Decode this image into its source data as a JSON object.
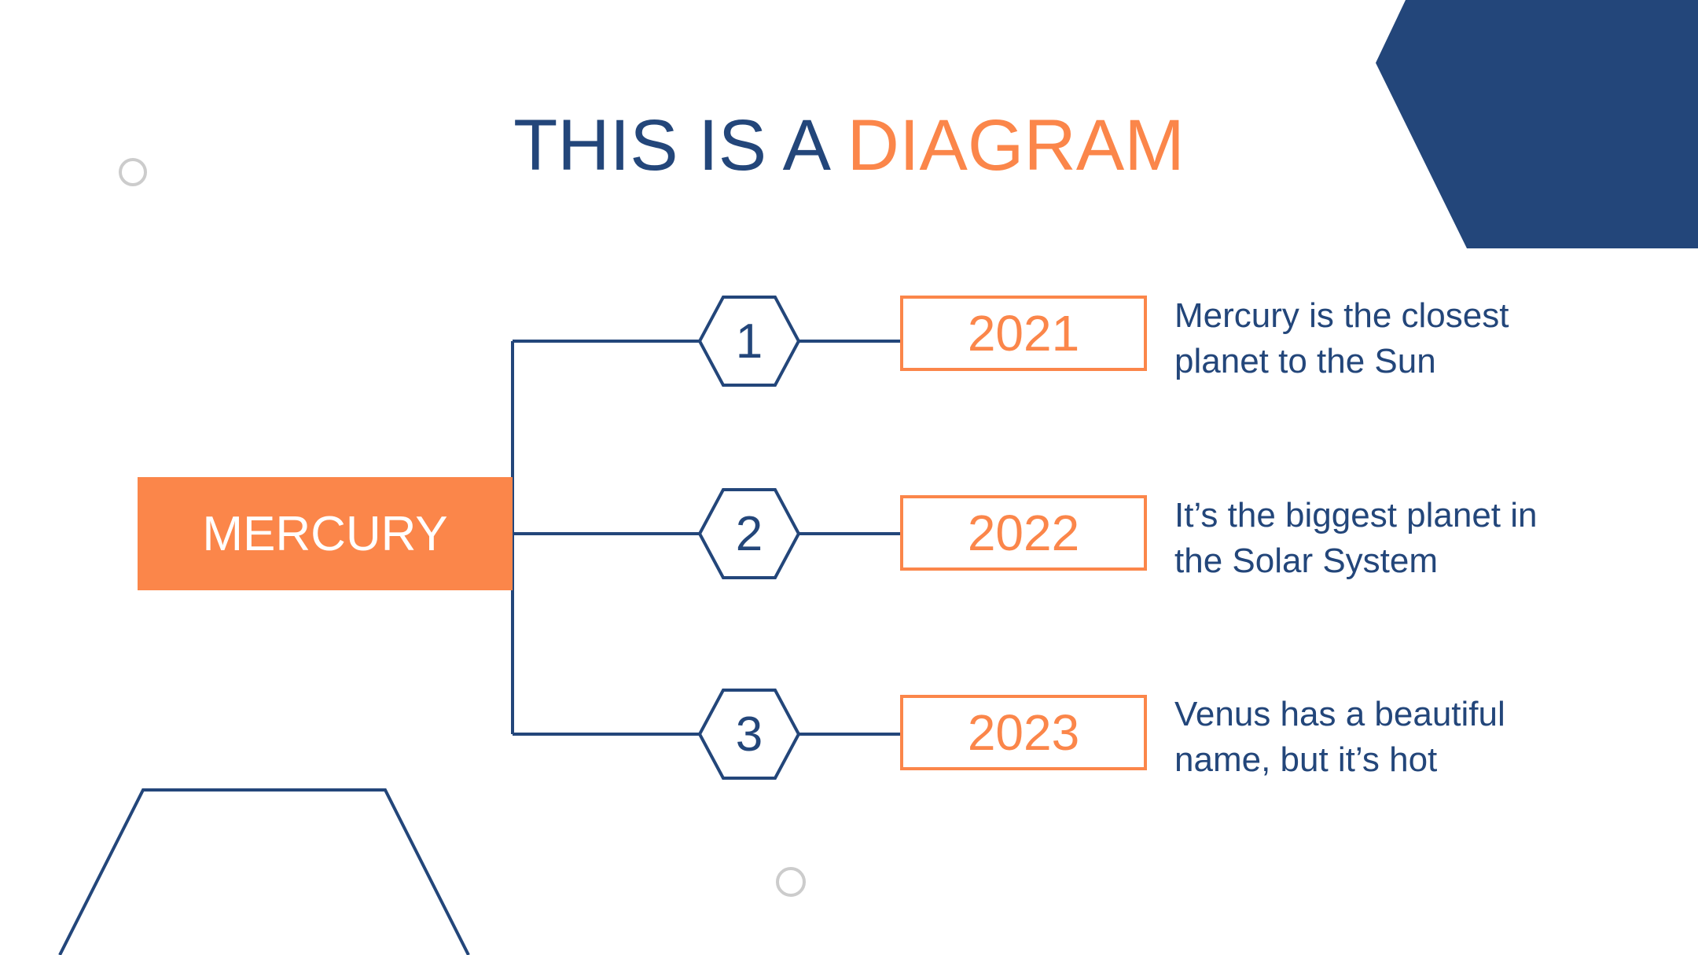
{
  "title": {
    "part1": "THIS IS A",
    "part2": "DIAGRAM"
  },
  "root": {
    "label": "MERCURY"
  },
  "branches": [
    {
      "number": "1",
      "year": "2021",
      "description": "Mercury is the closest planet to the Sun"
    },
    {
      "number": "2",
      "year": "2022",
      "description": "It’s the biggest planet in the Solar System"
    },
    {
      "number": "3",
      "year": "2023",
      "description": "Venus has a beautiful name, but it’s hot"
    }
  ],
  "colors": {
    "navy": "#23467a",
    "orange": "#fb864a",
    "gray": "#cccccc",
    "background": "#ffffff"
  }
}
